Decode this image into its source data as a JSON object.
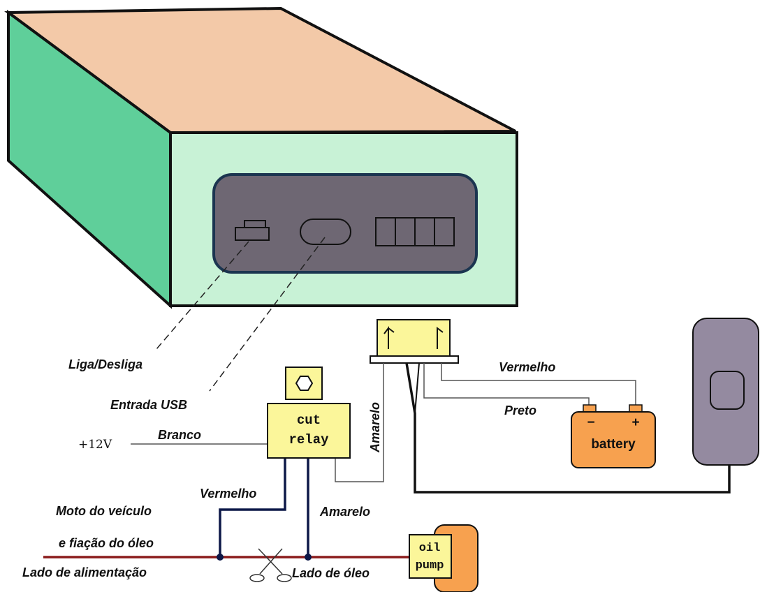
{
  "labels": {
    "power_switch": "Liga/Desliga",
    "usb_input": "Entrada USB",
    "plus12v": "+12V",
    "white_wire": "Branco",
    "red_wire_battery": "Vermelho",
    "black_wire_battery": "Preto",
    "yellow_wire_vertical": "Amarelo",
    "red_wire_relay": "Vermelho",
    "yellow_wire_relay": "Amarelo",
    "motor_line1": "Moto do veículo",
    "motor_line2": "e fiação do óleo",
    "supply_side": "Lado de alimentação",
    "oil_side": "Lado de óleo"
  },
  "components": {
    "relay_line1": "cut",
    "relay_line2": "relay",
    "battery": "battery",
    "battery_minus": "−",
    "battery_plus": "+",
    "pump_line1": "oil",
    "pump_line2": "pump"
  },
  "colors": {
    "device_top": "#f3c9a8",
    "device_side": "#5fcf9a",
    "device_front": "#c8f2d6",
    "panel": "#6e6773",
    "relay": "#fbf69a",
    "battery": "#f7a14f",
    "pump": "#f7a14f",
    "antenna": "#948aa0",
    "oil_line": "#8b1c1c"
  }
}
